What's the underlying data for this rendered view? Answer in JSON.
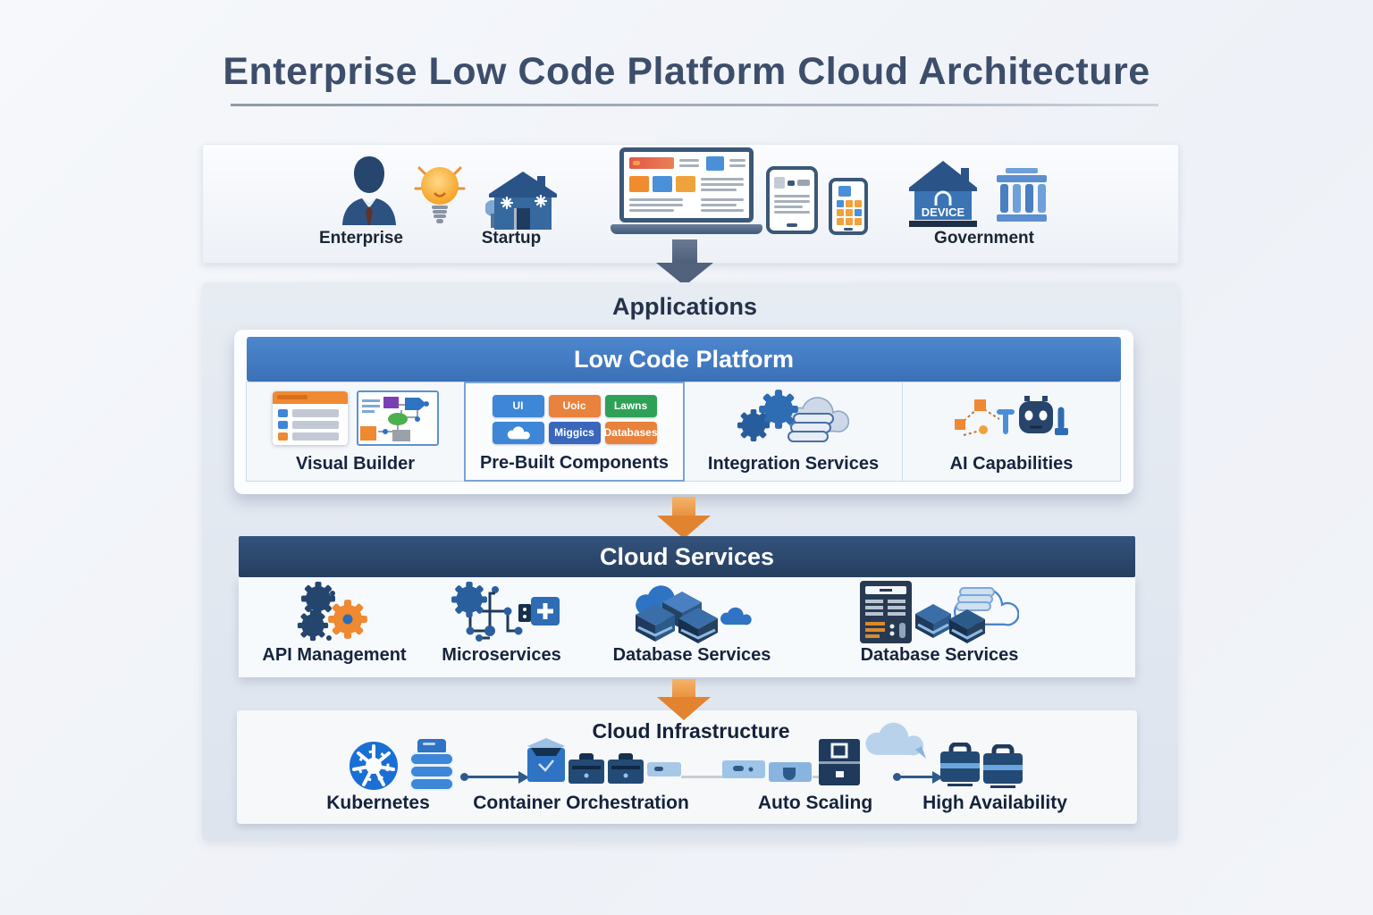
{
  "title": "Enterprise Low Code Platform Cloud Architecture",
  "consumers": {
    "enterprise_label": "Enterprise",
    "startup_label": "Startup",
    "government_label": "Government",
    "device_label": "DEVICE"
  },
  "applications": {
    "heading": "Applications",
    "platform": {
      "title": "Low Code Platform",
      "cells": [
        {
          "label": "Visual Builder"
        },
        {
          "label": "Pre-Built Components",
          "chips": [
            "UI",
            "Uoic",
            "Lawns",
            "",
            "Miggics",
            "Databases"
          ],
          "icon_chip": "cloud-icon"
        },
        {
          "label": "Integration Services"
        },
        {
          "label": "AI Capabilities"
        }
      ]
    }
  },
  "cloud_services": {
    "title": "Cloud Services",
    "items": [
      {
        "label": "API Management"
      },
      {
        "label": "Microservices"
      },
      {
        "label": "Database Services"
      },
      {
        "label": "Database Services"
      }
    ]
  },
  "cloud_infrastructure": {
    "title": "Cloud Infrastructure",
    "items": [
      {
        "label": "Kubernetes"
      },
      {
        "label": "Container Orchestration"
      },
      {
        "label": "Auto Scaling"
      },
      {
        "label": "High Availability"
      }
    ]
  },
  "icons": {
    "top_band": [
      "person-icon",
      "lightbulb-icon",
      "house-icon",
      "laptop-icon",
      "tablet-icon",
      "phone-icon",
      "device-house-icon",
      "bank-icon"
    ],
    "arrows": [
      "down-arrow-gray",
      "down-arrow-orange",
      "down-arrow-orange",
      "right-arrow-navy",
      "right-arrow-navy"
    ]
  },
  "colors": {
    "title_text": "#3d4e6b",
    "platform_header_blue": "#3a70b6",
    "services_bar_navy": "#2c4767",
    "arrow_orange": "#e8913c",
    "arrow_gray": "#52617c",
    "chip_blue": "#3d86d8",
    "chip_orange": "#e8823c",
    "chip_green": "#2ea157",
    "chip_navy": "#3a66bb",
    "panel_bg": "#e2e8f0"
  }
}
